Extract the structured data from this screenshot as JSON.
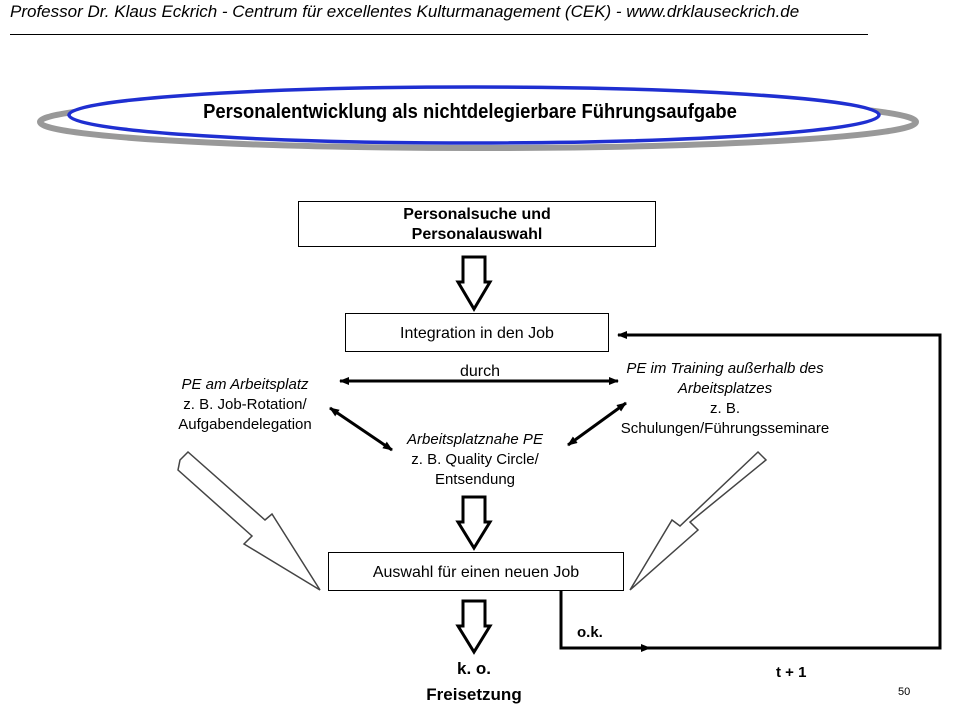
{
  "header": "Professor Dr. Klaus Eckrich - Centrum für excellentes Kulturmanagement (CEK) - www.drklauseckrich.de",
  "title": "Personalentwicklung als nichtdelegierbare Führungsaufgabe",
  "boxes": {
    "search_line1": "Personalsuche und",
    "search_line2": "Personalauswahl",
    "integration": "Integration in den Job",
    "selection": "Auswahl für einen neuen Job"
  },
  "labels": {
    "durch": "durch",
    "left_l1": "PE am Arbeitsplatz",
    "left_l2": "z. B. Job-Rotation/",
    "left_l3": "Aufgabendelegation",
    "center_l1": "Arbeitsplatznahe PE",
    "center_l2": "z. B. Quality Circle/",
    "center_l3": "Entsendung",
    "right_l1": "PE im Training außerhalb des",
    "right_l2": "Arbeitsplatzes",
    "right_l3": "z. B.",
    "right_l4": "Schulungen/Führungsseminare",
    "ok": "o.k.",
    "ko_l1": "k. o.",
    "ko_l2": "Freisetzung",
    "t1": "t + 1"
  },
  "page_number": "50",
  "colors": {
    "ellipse_outer": "#1f2fd1",
    "ellipse_shadow": "#999999"
  }
}
